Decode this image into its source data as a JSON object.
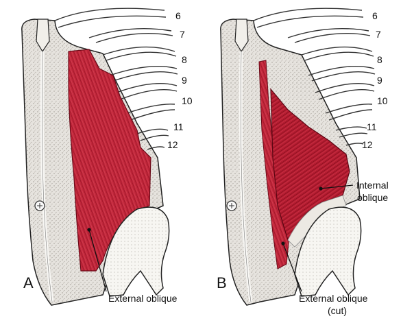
{
  "rib_numbers": [
    "6",
    "7",
    "8",
    "9",
    "10",
    "11",
    "12"
  ],
  "panel_a": {
    "letter": "A",
    "label": "External oblique"
  },
  "panel_b": {
    "letter": "B",
    "label_line1": "Internal",
    "label_line2": "oblique",
    "label2_line1": "External oblique",
    "label2_line2": "(cut)"
  },
  "colors": {
    "muscle": "#c0263a",
    "muscle_dark": "#8e1022",
    "muscle_light": "#d9495a",
    "fascia": "#e4e1dc",
    "outline": "#222222",
    "bone": "#f7f6f2"
  }
}
